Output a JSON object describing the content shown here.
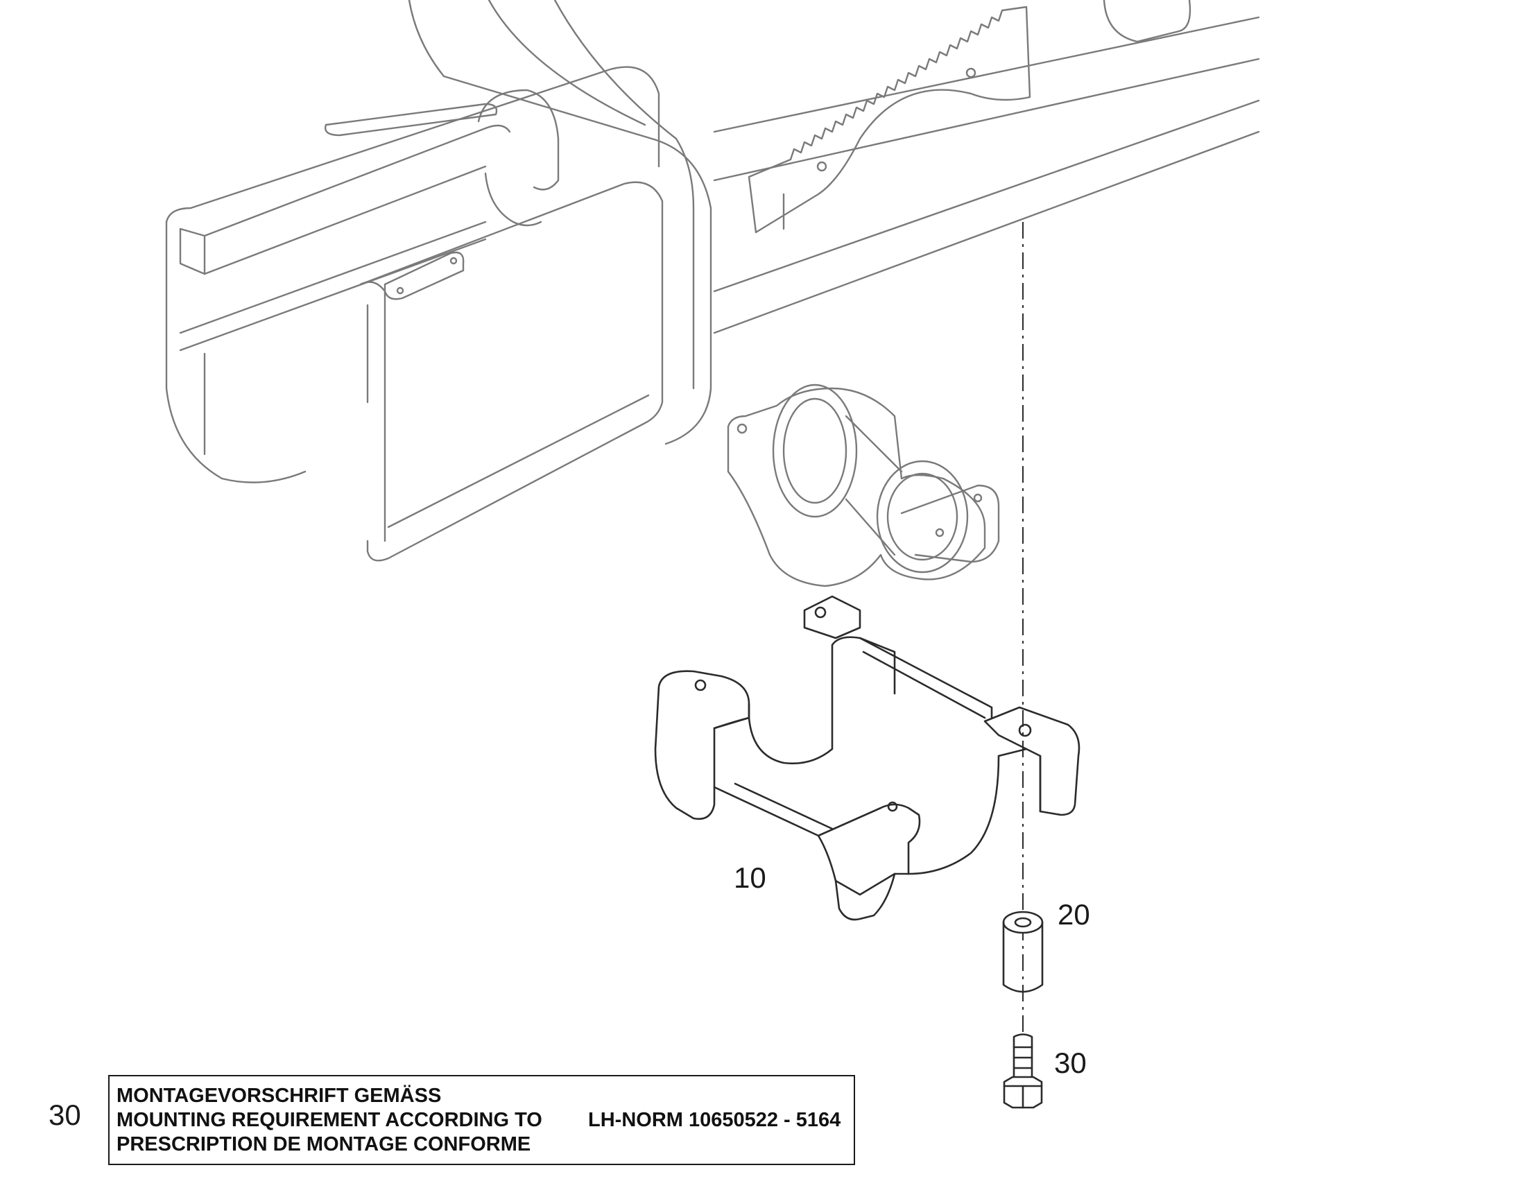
{
  "callouts": {
    "part_10": "10",
    "part_20": "20",
    "part_30": "30",
    "note_ref": "30"
  },
  "note": {
    "line_de": "MONTAGEVORSCHRIFT GEMÄSS",
    "line_en": "MOUNTING REQUIREMENT ACCORDING TO",
    "line_fr": "PRESCRIPTION DE MONTAGE CONFORME",
    "norm": "LH-NORM 10650522 - 5164"
  },
  "colors": {
    "line": "#2b2b2b",
    "context_line": "#7a7a7a",
    "background": "#ffffff"
  }
}
